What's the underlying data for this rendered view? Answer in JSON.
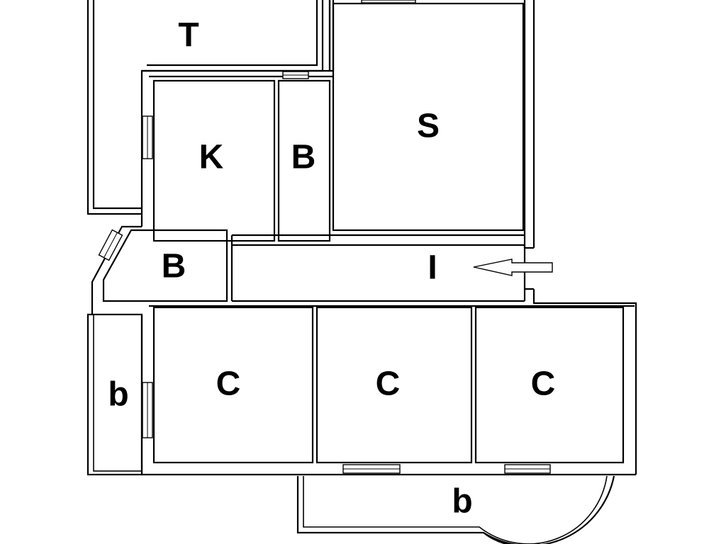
{
  "rooms": {
    "terrace": "T",
    "kitchen": "K",
    "bathroom_upper": "B",
    "living": "S",
    "bathroom_lower": "B",
    "hallway": "I",
    "bedroom_left": "C",
    "bedroom_middle": "C",
    "bedroom_right": "C",
    "balcony_left": "b",
    "balcony_bottom": "b"
  },
  "colors": {
    "walls": "#000000",
    "background": "#ffffff"
  },
  "icons": {
    "entrance": "entrance-arrow-icon"
  }
}
